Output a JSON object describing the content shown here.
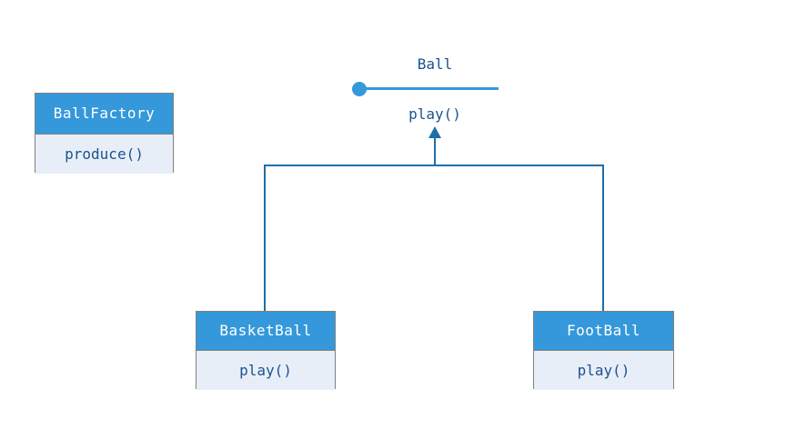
{
  "diagram": {
    "type": "uml-class-diagram",
    "background_color": "#ffffff",
    "palette": {
      "header_fill": "#3498db",
      "body_fill": "#e8eef7",
      "box_border": "#808080",
      "connector": "#1f6fa8",
      "header_text": "#ffffff",
      "body_text": "#1a5490",
      "label_text": "#1a5490"
    },
    "interface": {
      "name": "Ball",
      "notation": "lollipop",
      "operation": "play()"
    },
    "classes": [
      {
        "id": "ballfactory",
        "name": "BallFactory",
        "members": [
          "produce()"
        ]
      },
      {
        "id": "basketball",
        "name": "BasketBall",
        "members": [
          "play()"
        ]
      },
      {
        "id": "football",
        "name": "FootBall",
        "members": [
          "play()"
        ]
      }
    ],
    "relationships": [
      {
        "kind": "realization",
        "from": "BasketBall",
        "to": "Ball"
      },
      {
        "kind": "realization",
        "from": "FootBall",
        "to": "Ball"
      }
    ]
  }
}
